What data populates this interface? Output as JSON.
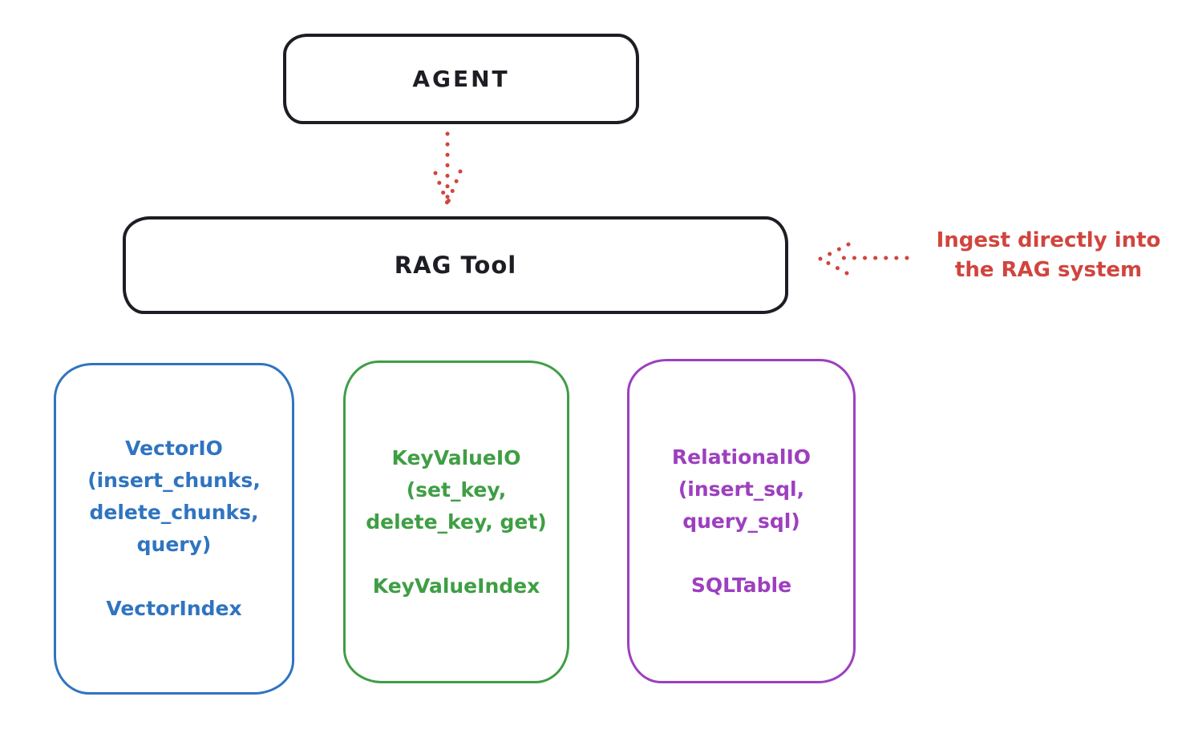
{
  "colors": {
    "background": "#ffffff",
    "ink": "#1d1d24",
    "red": "#d0453e",
    "blue": "#2f74c0",
    "green": "#3f9e44",
    "purple": "#9d3fbf"
  },
  "agent_box": {
    "label": "AGENT"
  },
  "rag_tool_box": {
    "label": "RAG Tool"
  },
  "annotation": {
    "line1": "Ingest directly into",
    "line2": "the RAG system",
    "color": "#d0453e"
  },
  "arrows": [
    {
      "name": "agent-to-rag-tool",
      "style": "dotted",
      "direction": "down",
      "color": "#d0453e"
    },
    {
      "name": "annotation-to-rag-tool",
      "style": "dotted",
      "direction": "left",
      "color": "#d0453e"
    }
  ],
  "backends": [
    {
      "title_line": "VectorIO",
      "signature_lines": [
        "(insert_chunks,",
        "delete_chunks,",
        "query)"
      ],
      "index_label": "VectorIndex",
      "color": "#2f74c0"
    },
    {
      "title_line": "KeyValueIO",
      "signature_lines": [
        "(set_key,",
        "delete_key, get)"
      ],
      "index_label": "KeyValueIndex",
      "color": "#3f9e44"
    },
    {
      "title_line": "RelationalIO",
      "signature_lines": [
        "(insert_sql,",
        "query_sql)"
      ],
      "index_label": "SQLTable",
      "color": "#9d3fbf"
    }
  ]
}
